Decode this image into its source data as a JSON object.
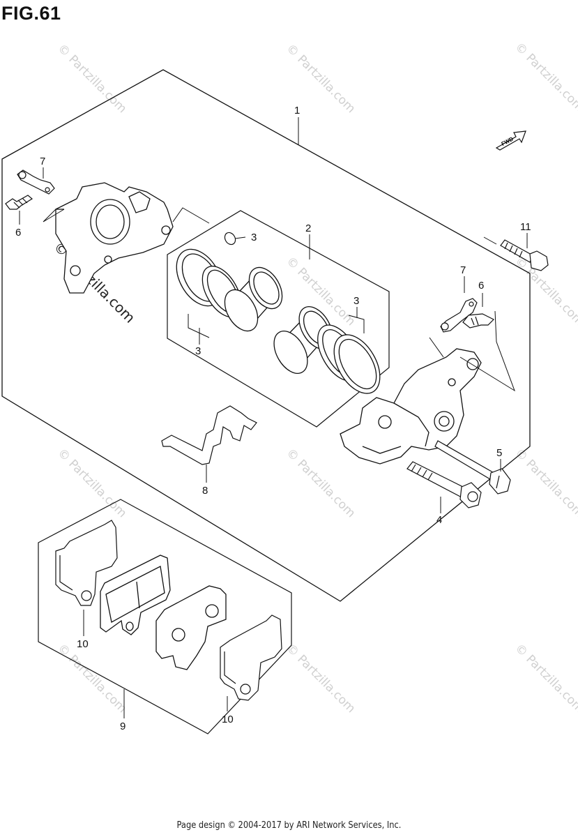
{
  "figure": {
    "title": "FIG.61"
  },
  "fwd_label": "FWD",
  "watermark": {
    "text": "© Partzilla.com"
  },
  "callouts": [
    "1",
    "2",
    "3",
    "3",
    "3",
    "4",
    "5",
    "6",
    "6",
    "7",
    "7",
    "8",
    "9",
    "10",
    "10",
    "11"
  ],
  "footer": {
    "text": "Page design © 2004-2017 by ARI Network Services, Inc."
  }
}
